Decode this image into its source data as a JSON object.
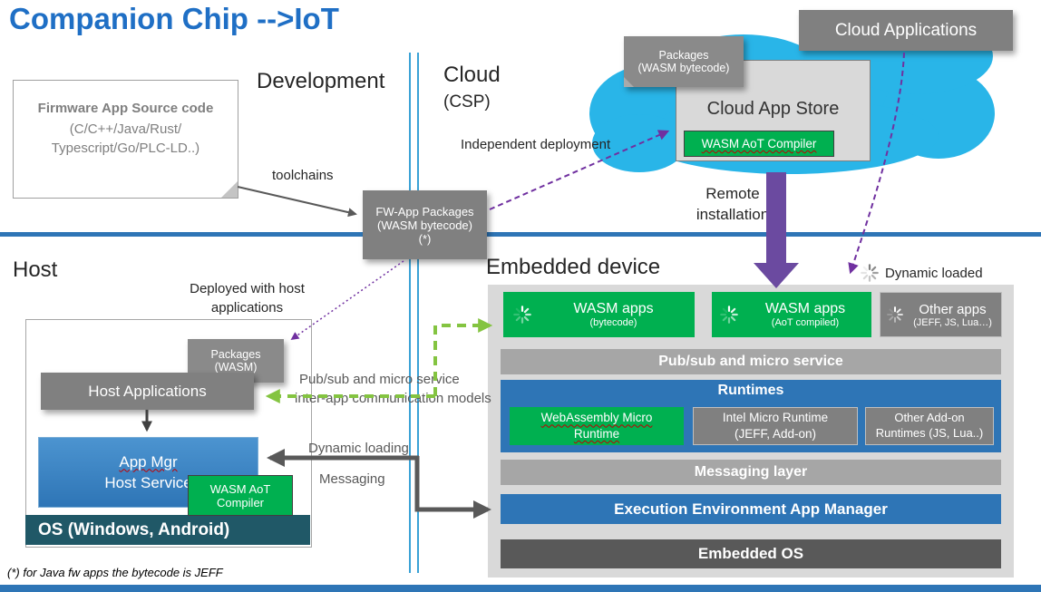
{
  "title": "Companion Chip -->IoT",
  "labels": {
    "development": "Development",
    "cloud": "Cloud",
    "csp": "(CSP)",
    "toolchains": "toolchains",
    "independent_deployment": "Independent deployment",
    "remote_installation": "Remote installation",
    "host": "Host",
    "embedded_device": "Embedded device",
    "deployed_with_host": "Deployed with host applications",
    "pubsub_models_line1": "Pub/sub and micro service",
    "pubsub_models_line2": "inter-app communication models",
    "dynamic_loading": "Dynamic loading",
    "messaging": "Messaging",
    "dynamic_loaded": "Dynamic loaded",
    "footnote": "(*) for Java fw apps the bytecode is JEFF"
  },
  "firmware_box": {
    "title": "Firmware App Source code",
    "subtitle_line1": "(C/C++/Java/Rust/",
    "subtitle_line2": "Typescript/Go/PLC-LD..)"
  },
  "fw_app_packages": {
    "line1": "FW-App Packages",
    "line2": "(WASM bytecode)",
    "line3": "(*)"
  },
  "cloud_section": {
    "packages_tag_line1": "Packages",
    "packages_tag_line2": "(WASM bytecode)",
    "app_store_title": "Cloud App Store",
    "aot_compiler": "WASM AoT Compiler",
    "applications": "Cloud Applications"
  },
  "host_section": {
    "packages_tag_line1": "Packages",
    "packages_tag_line2": "(WASM)",
    "applications": "Host Applications",
    "app_mgr_line1": "App Mgr",
    "app_mgr_line2": "Host Service",
    "aot_compiler_line1": "WASM AoT",
    "aot_compiler_line2": "Compiler",
    "os": "OS (Windows, Android)"
  },
  "embedded": {
    "apps": [
      {
        "title": "WASM apps",
        "subtitle": "(bytecode)",
        "icon": "spinner-icon"
      },
      {
        "title": "WASM apps",
        "subtitle": "(AoT compiled)",
        "icon": "spinner-icon"
      },
      {
        "title": "Other apps",
        "subtitle": "(JEFF, JS, Lua…)",
        "icon": "spinner-icon"
      }
    ],
    "pubsub_bar": "Pub/sub and micro service",
    "runtimes_title": "Runtimes",
    "runtimes": [
      {
        "name": "WebAssembly Micro Runtime"
      },
      {
        "name": "Intel Micro Runtime (JEFF, Add-on)"
      },
      {
        "name": "Other Add-on Runtimes (JS, Lua..)"
      }
    ],
    "messaging_bar": "Messaging layer",
    "execution_bar": "Execution Environment App Manager",
    "os_bar": "Embedded OS"
  },
  "icons": {
    "app_icon": "spinner-icon",
    "dynamic_loaded_icon": "spinner-icon"
  },
  "colors": {
    "title_blue": "#1F6FC5",
    "divider_blue": "#2E75B6",
    "vertical_divider_blue": "#3AA2D6",
    "green": "#00B050",
    "blue_box": "#2E75B6",
    "gray_box": "#808080",
    "light_gray_bar": "#A6A6A6",
    "dark_gray_bar": "#595959",
    "embedded_bg": "#D9D9D9",
    "cloud_cyan": "#29B5E8",
    "purple": "#7030A0",
    "green_arrow": "#84C441",
    "os_teal": "#205867"
  }
}
